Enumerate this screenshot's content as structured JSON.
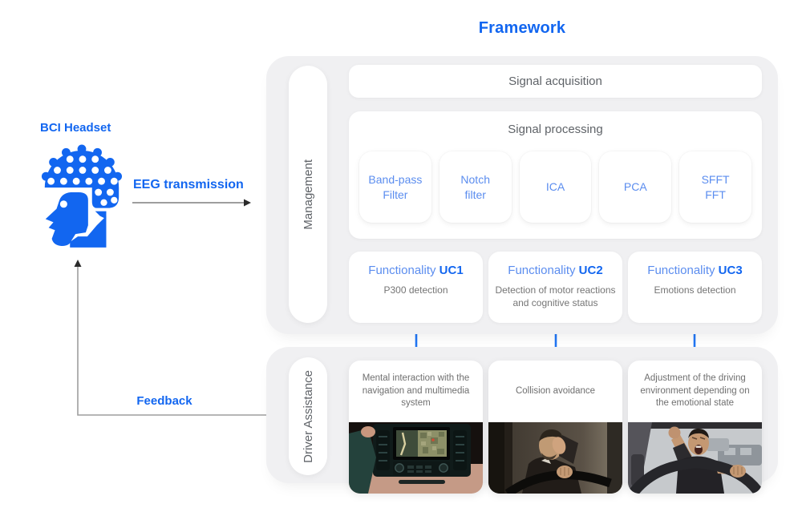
{
  "title": "Framework",
  "colors": {
    "accent_blue": "#1266F0",
    "light_blue": "#5b8def",
    "arrow_blue": "#2176f3",
    "container_gray": "#f0f0f2",
    "text_gray": "#757575",
    "label_gray": "#5f6368"
  },
  "left": {
    "headset_label": "BCI Headset",
    "eeg_label": "EEG transmission",
    "feedback_label": "Feedback",
    "headset_icon": "head-with-eeg-electrode-cap-icon"
  },
  "management": {
    "label": "Management",
    "signal_acquisition": "Signal acquisition",
    "signal_processing": {
      "title": "Signal processing",
      "filters": [
        "Band-pass\nFilter",
        "Notch\nfilter",
        "ICA",
        "PCA",
        "SFFT\nFFT"
      ]
    },
    "functionalities": [
      {
        "prefix": "Functionality",
        "code": "UC1",
        "description": "P300 detection"
      },
      {
        "prefix": "Functionality",
        "code": "UC2",
        "description": "Detection of motor reactions and cognitive status"
      },
      {
        "prefix": "Functionality",
        "code": "UC3",
        "description": "Emotions detection"
      }
    ]
  },
  "driver_assistance": {
    "label": "Driver Assistance",
    "items": [
      {
        "description": "Mental interaction with the navigation and multimedia system",
        "image": "car-dashboard-navigation-photo"
      },
      {
        "description": "Collision avoidance",
        "image": "tired-driver-photo"
      },
      {
        "description": "Adjustment of the driving environment depending on the emotional state",
        "image": "angry-driver-photo"
      }
    ]
  }
}
